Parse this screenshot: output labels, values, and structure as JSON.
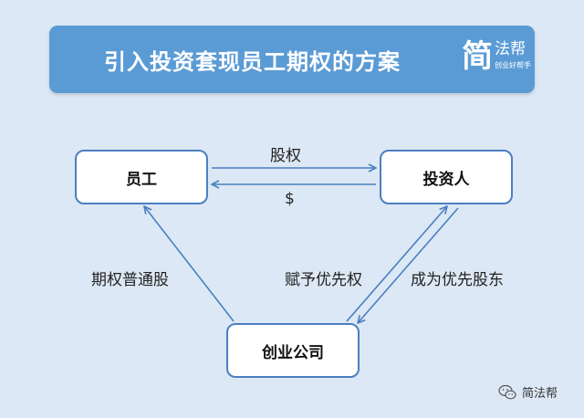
{
  "banner": {
    "title": "引入投资套现员工期权的方案",
    "brand_char": "简",
    "brand_name": "法帮",
    "brand_slogan": "创业好帮手"
  },
  "nodes": {
    "employee": "员工",
    "investor": "投资人",
    "startup": "创业公司"
  },
  "edges": {
    "employee_to_investor": "股权",
    "investor_to_employee": "$",
    "startup_to_employee": "期权普通股",
    "startup_to_investor": "赋予优先权",
    "investor_to_startup": "成为优先股东"
  },
  "watermark": {
    "text": "简法帮",
    "icon": "wechat-icon"
  },
  "colors": {
    "background": "#dce8f5",
    "banner": "#5b9bd5",
    "node_border": "#4a7fc1",
    "arrow": "#4a7fc1"
  }
}
